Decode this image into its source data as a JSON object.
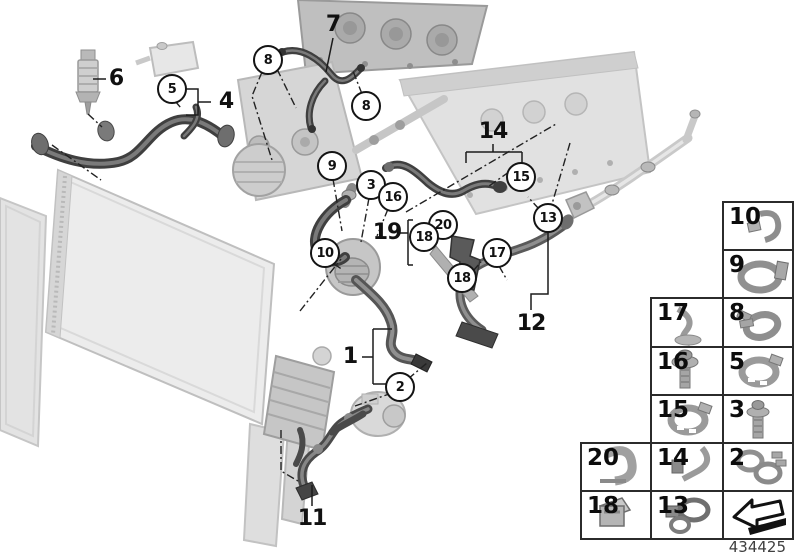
{
  "drawing_number": "434425",
  "callouts": {
    "plain": [
      {
        "id": "6",
        "text": "6"
      },
      {
        "id": "4",
        "text": "4"
      },
      {
        "id": "7",
        "text": "7"
      },
      {
        "id": "19",
        "text": "19"
      },
      {
        "id": "14",
        "text": "14"
      },
      {
        "id": "12",
        "text": "12"
      },
      {
        "id": "1",
        "text": "1"
      },
      {
        "id": "11",
        "text": "11"
      }
    ],
    "circled": [
      {
        "id": "5",
        "text": "5"
      },
      {
        "id": "8-left",
        "text": "8"
      },
      {
        "id": "8-right",
        "text": "8"
      },
      {
        "id": "9",
        "text": "9"
      },
      {
        "id": "3",
        "text": "3"
      },
      {
        "id": "16",
        "text": "16"
      },
      {
        "id": "10",
        "text": "10"
      },
      {
        "id": "20",
        "text": "20"
      },
      {
        "id": "18-upper",
        "text": "18"
      },
      {
        "id": "17",
        "text": "17"
      },
      {
        "id": "18-lower",
        "text": "18"
      },
      {
        "id": "15",
        "text": "15"
      },
      {
        "id": "13",
        "text": "13"
      },
      {
        "id": "2",
        "text": "2"
      }
    ]
  },
  "legend": {
    "cells": [
      {
        "number": "10",
        "icon": "pipe-clip"
      },
      {
        "number": "9",
        "icon": "ring-clamp"
      },
      {
        "number": "17",
        "icon": "holder-clip"
      },
      {
        "number": "8",
        "icon": "spring-clamp"
      },
      {
        "number": "16",
        "icon": "collar-screw"
      },
      {
        "number": "5",
        "icon": "band-clamp"
      },
      {
        "number": "15",
        "icon": "band-clamp"
      },
      {
        "number": "3",
        "icon": "collar-screw"
      },
      {
        "number": "20",
        "icon": "u-clip"
      },
      {
        "number": "14",
        "icon": "bracket-clip"
      },
      {
        "number": "2",
        "icon": "double-clamp"
      },
      {
        "number": "18",
        "icon": "square-clip"
      },
      {
        "number": "13",
        "icon": "ring-holder"
      },
      {
        "number": "",
        "icon": "back-arrow"
      }
    ]
  }
}
